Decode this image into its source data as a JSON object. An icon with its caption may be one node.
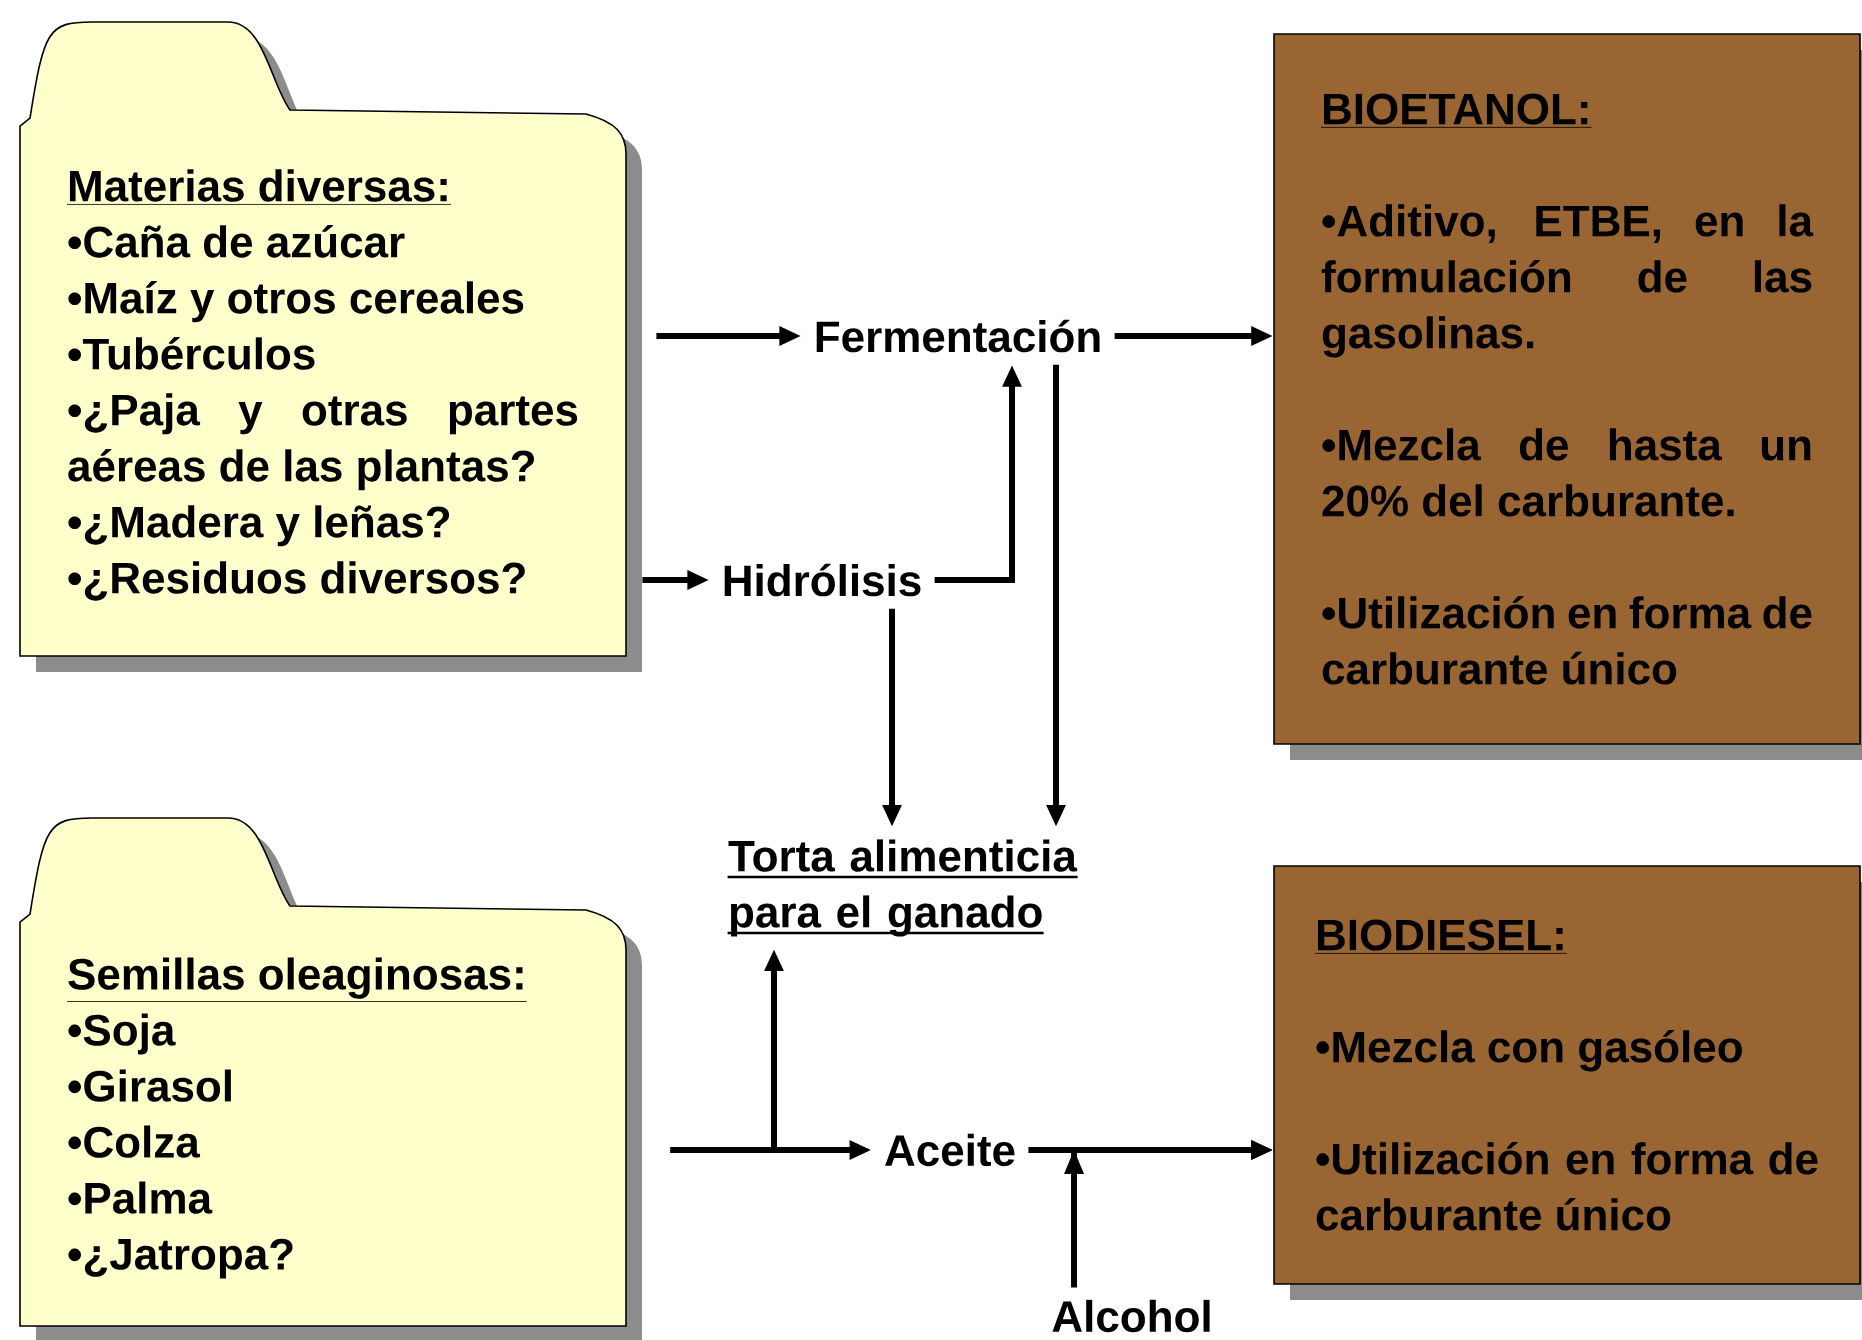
{
  "diagram": {
    "nodes": [
      {
        "text": [
          "Materias diversas:",
          "•Caña de azúcar",
          "•Maíz y otros cereales",
          "•Tubérculos",
          "•¿Paja y otras partes aéreas de las plantas?",
          "•¿Madera y leñas?",
          "•¿Residuos diversos?"
        ]
      },
      {
        "text": [
          "Fermentación"
        ]
      },
      {
        "text": [
          "Hidrólisis"
        ]
      },
      {
        "text": [
          "BIOETANOL:",
          "•Aditivo, ETBE, en la formulación de las gasolinas.",
          "•Mezcla de hasta un 20% del carburante.",
          "•Utilización en forma de carburante único"
        ]
      },
      {
        "text": [
          "Torta alimenticia para el ganado"
        ]
      },
      {
        "text": [
          "Semillas oleaginosas:",
          "•Soja",
          "•Girasol",
          "•Colza",
          "•Palma",
          "•¿Jatropa?"
        ]
      },
      {
        "text": [
          "Aceite"
        ]
      },
      {
        "text": [
          "BIODIESEL:",
          "•Mezcla con gasóleo",
          "•Utilización en forma de carburante único"
        ]
      },
      {
        "text": [
          "Alcohol"
        ]
      }
    ],
    "edges": [
      {
        "from": 0,
        "to": 1,
        "arrow": "to"
      },
      {
        "from": 0,
        "to": 2,
        "arrow": "to"
      },
      {
        "from": 1,
        "to": 3,
        "arrow": "to"
      },
      {
        "from": 2,
        "to": 1,
        "arrow": "to"
      },
      {
        "from": 2,
        "to": 4,
        "arrow": "to"
      },
      {
        "from": 1,
        "to": 4,
        "arrow": "to"
      },
      {
        "from": 5,
        "to": 6,
        "arrow": "to"
      },
      {
        "from": 5,
        "to": 4,
        "arrow": "to"
      },
      {
        "from": 6,
        "to": 7,
        "arrow": "to"
      },
      {
        "from": 8,
        "to": 7,
        "arrow": "to"
      }
    ]
  }
}
